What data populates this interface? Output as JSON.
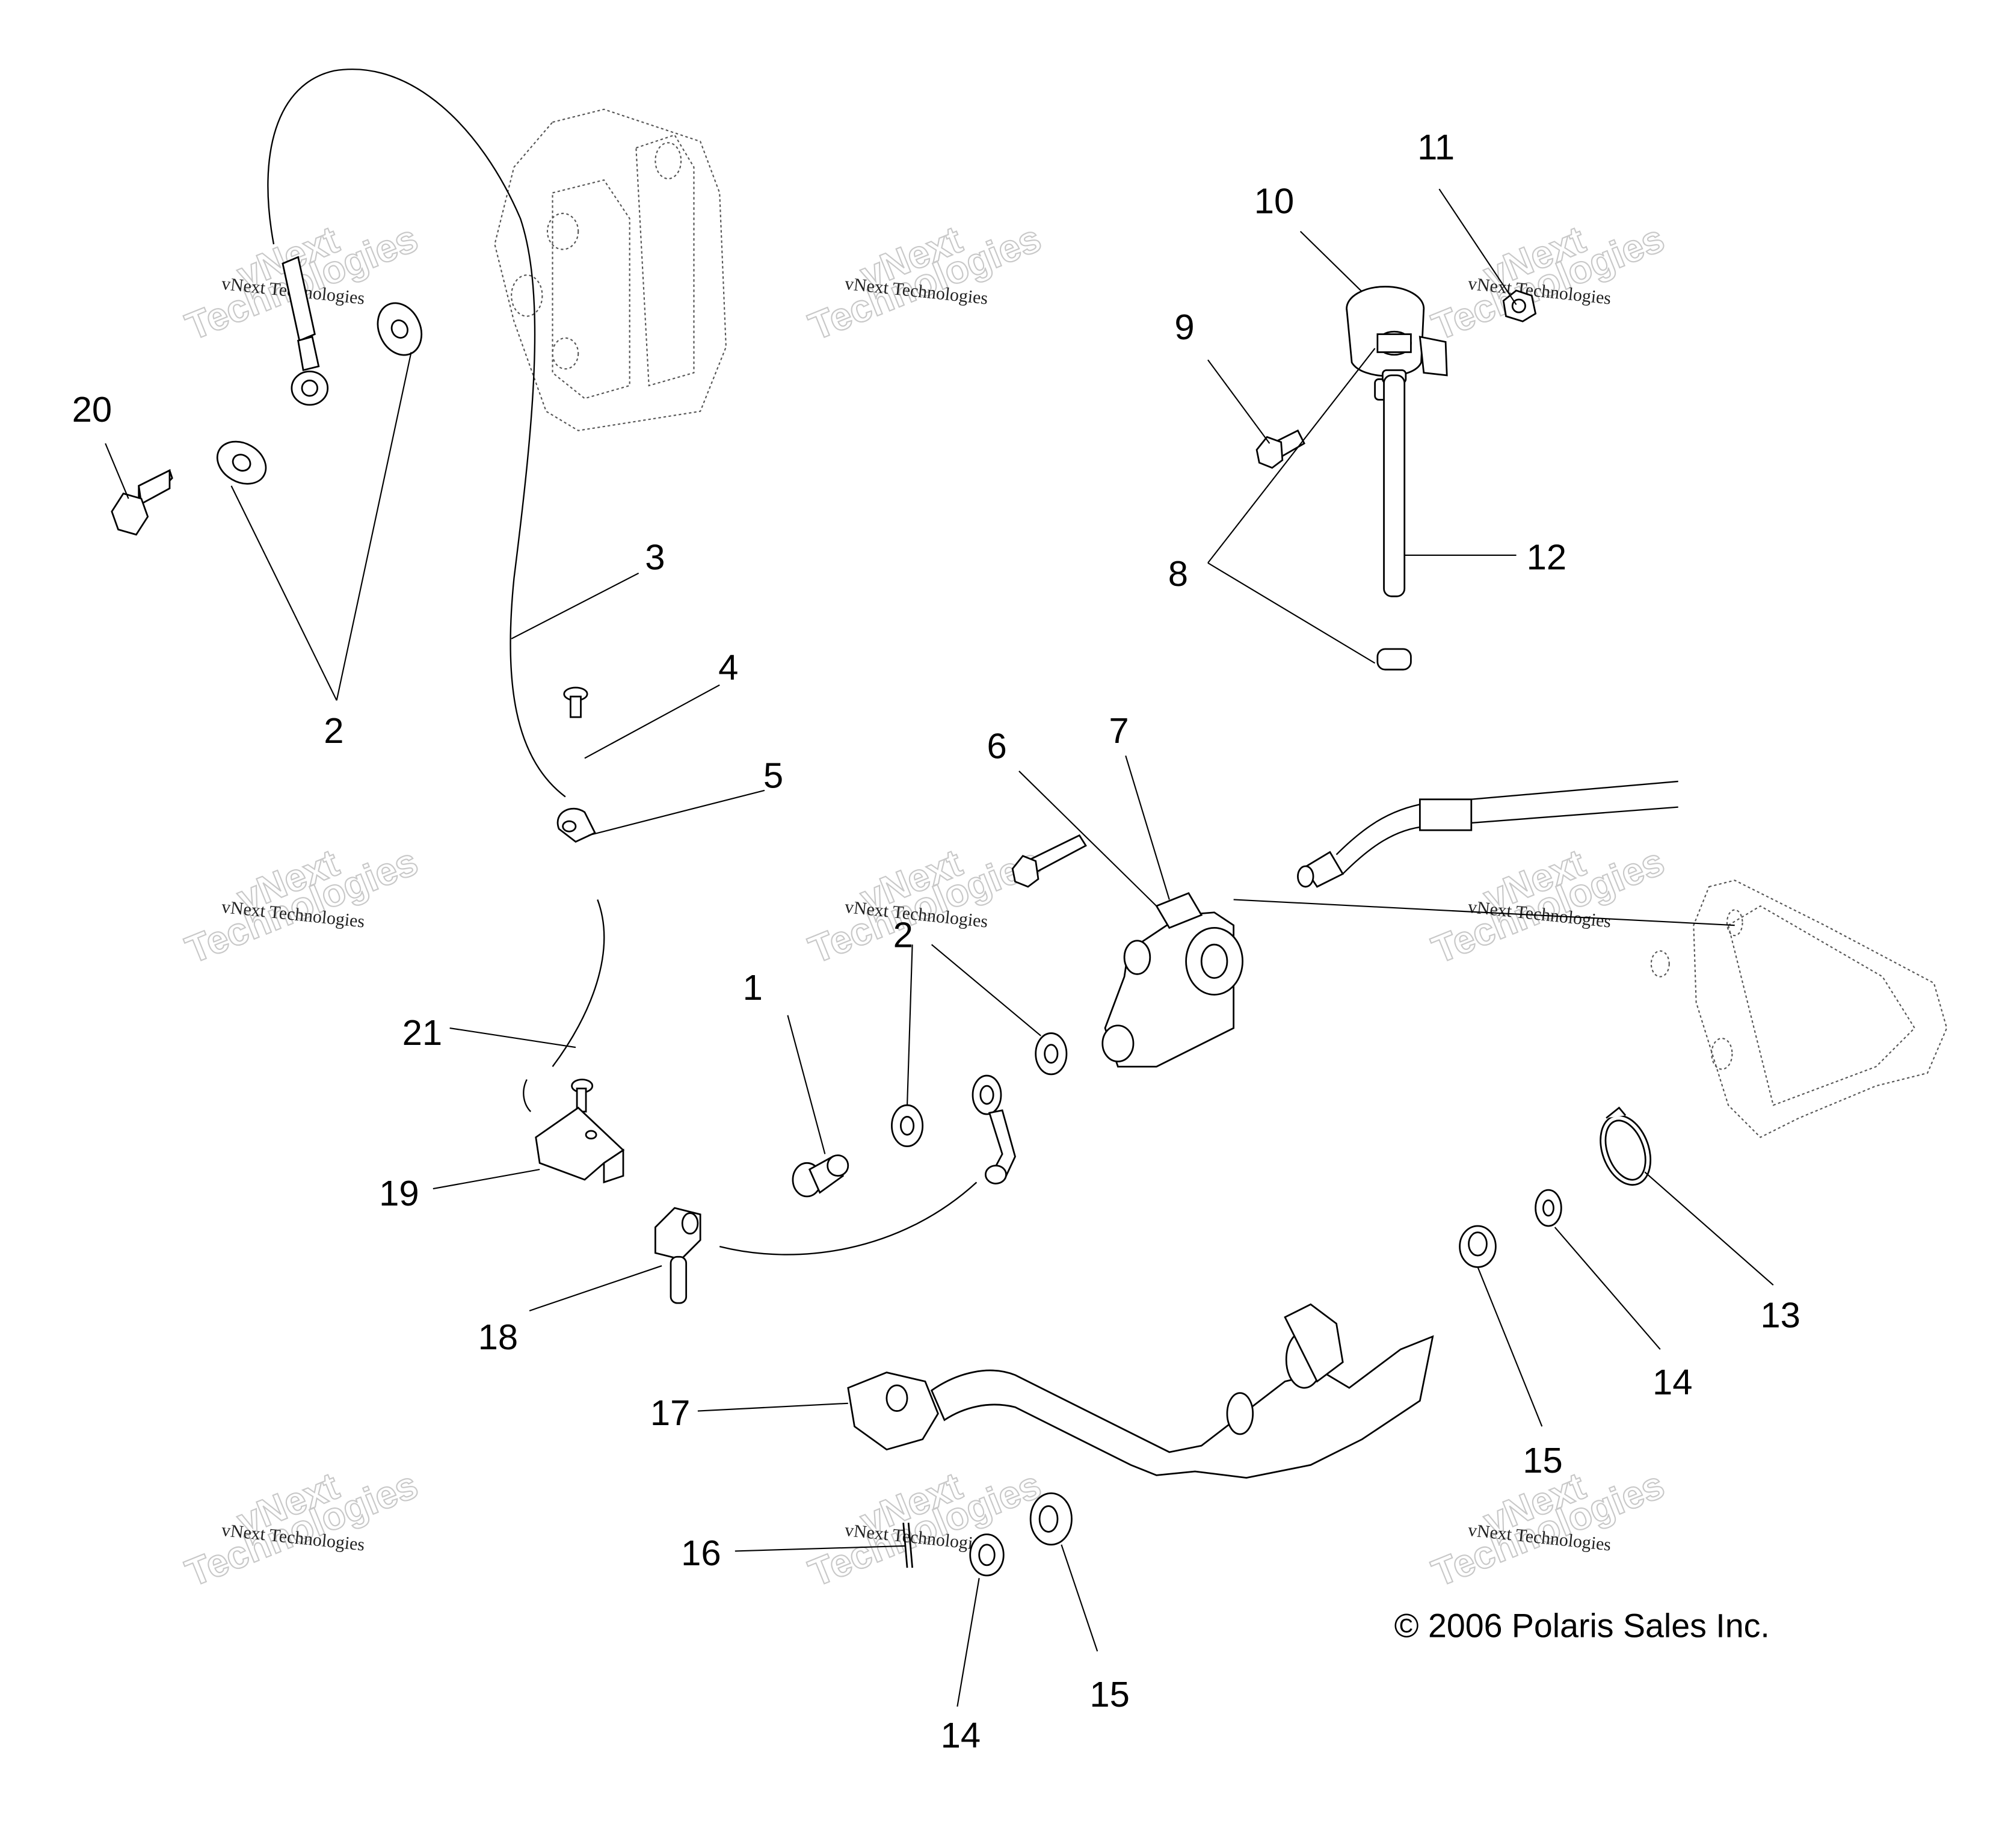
{
  "diagram": {
    "title": "Brake system exploded parts diagram",
    "copyright": "© 2006 Polaris Sales Inc.",
    "watermark": {
      "line_small": "vNext Technologies",
      "line_big_1": "vNext",
      "line_big_2": "Technologies"
    },
    "callouts": [
      {
        "id": "c1",
        "label": "1"
      },
      {
        "id": "c2a",
        "label": "2"
      },
      {
        "id": "c2b",
        "label": "2"
      },
      {
        "id": "c3",
        "label": "3"
      },
      {
        "id": "c4",
        "label": "4"
      },
      {
        "id": "c5",
        "label": "5"
      },
      {
        "id": "c6",
        "label": "6"
      },
      {
        "id": "c7",
        "label": "7"
      },
      {
        "id": "c8",
        "label": "8"
      },
      {
        "id": "c9",
        "label": "9"
      },
      {
        "id": "c10",
        "label": "10"
      },
      {
        "id": "c11",
        "label": "11"
      },
      {
        "id": "c12",
        "label": "12"
      },
      {
        "id": "c13",
        "label": "13"
      },
      {
        "id": "c14a",
        "label": "14"
      },
      {
        "id": "c14b",
        "label": "14"
      },
      {
        "id": "c15a",
        "label": "15"
      },
      {
        "id": "c15b",
        "label": "15"
      },
      {
        "id": "c16",
        "label": "16"
      },
      {
        "id": "c17",
        "label": "17"
      },
      {
        "id": "c18",
        "label": "18"
      },
      {
        "id": "c19",
        "label": "19"
      },
      {
        "id": "c20",
        "label": "20"
      },
      {
        "id": "c21",
        "label": "21"
      }
    ],
    "parts": [
      {
        "number": "1",
        "name": "banjo-bolt"
      },
      {
        "number": "2",
        "name": "crush-washer"
      },
      {
        "number": "3",
        "name": "brake-hose"
      },
      {
        "number": "4",
        "name": "screw"
      },
      {
        "number": "5",
        "name": "hose-clip"
      },
      {
        "number": "6",
        "name": "bolt"
      },
      {
        "number": "7",
        "name": "master-cylinder"
      },
      {
        "number": "8",
        "name": "hose-clamp"
      },
      {
        "number": "9",
        "name": "bolt"
      },
      {
        "number": "10",
        "name": "reservoir"
      },
      {
        "number": "11",
        "name": "nut"
      },
      {
        "number": "12",
        "name": "reservoir-hose"
      },
      {
        "number": "13",
        "name": "spring"
      },
      {
        "number": "14",
        "name": "washer"
      },
      {
        "number": "15",
        "name": "bushing"
      },
      {
        "number": "16",
        "name": "cotter-pin"
      },
      {
        "number": "17",
        "name": "brake-pedal"
      },
      {
        "number": "18",
        "name": "hose-guide"
      },
      {
        "number": "19",
        "name": "hose-bracket"
      },
      {
        "number": "20",
        "name": "banjo-bolt"
      },
      {
        "number": "21",
        "name": "screw"
      }
    ]
  }
}
